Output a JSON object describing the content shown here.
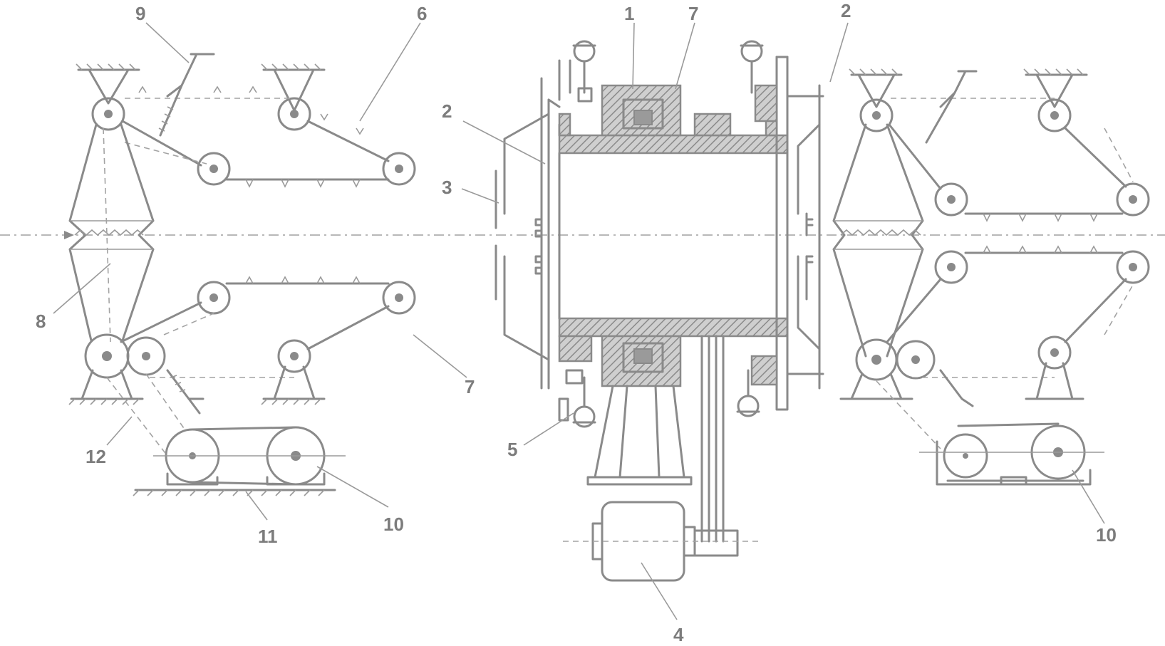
{
  "labels": {
    "l1": "1",
    "l2a": "2",
    "l2b": "2",
    "l2c": "2",
    "l3": "3",
    "l4": "4",
    "l5": "5",
    "l6": "6",
    "l7a": "7",
    "l7b": "7",
    "l8": "8",
    "l9": "9",
    "l10a": "10",
    "l10b": "10",
    "l11": "11",
    "l12": "12"
  },
  "colors": {
    "stroke": "#8a8a8a",
    "text": "#7c7c7c",
    "background": "#ffffff"
  }
}
